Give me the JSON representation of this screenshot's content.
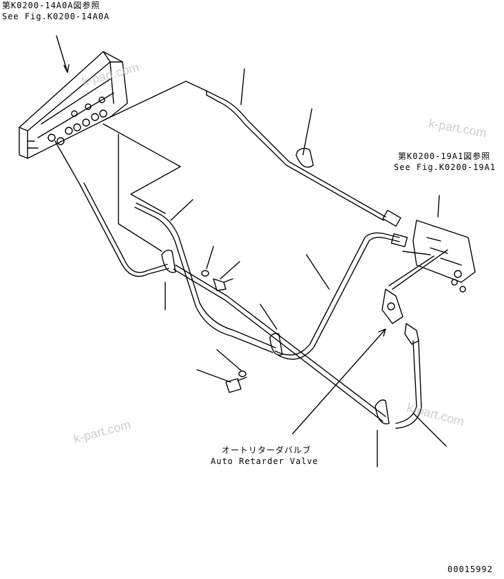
{
  "refs": {
    "top_left_jp": "第K0200-14A0A図参照",
    "top_left_en": "See Fig.K0200-14A0A",
    "right_jp": "第K0200-19A1図参照",
    "right_en": "See Fig.K0200-19A1"
  },
  "valve": {
    "jp": "オートリターダバルブ",
    "en": "Auto Retarder Valve"
  },
  "watermark": "k-part.com",
  "drawing_number": "00015992"
}
